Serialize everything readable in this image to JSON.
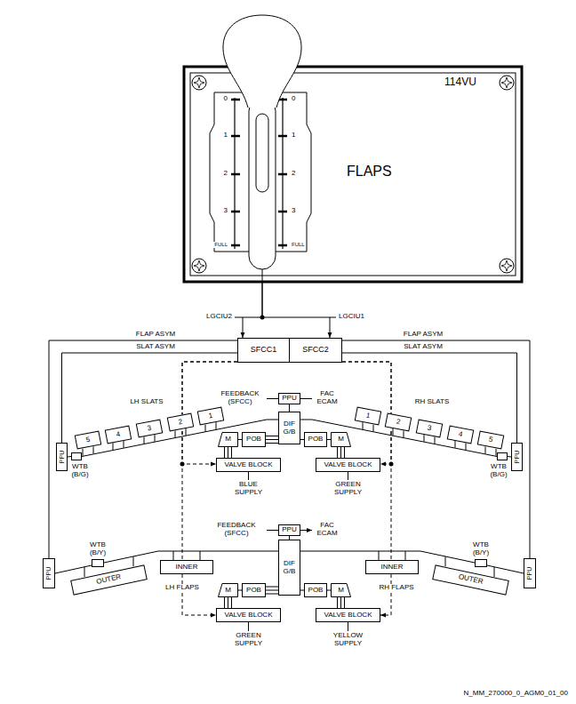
{
  "diagram": {
    "nodes": [
      {
        "text": [
          "114VU",
          "FLAPS"
        ]
      },
      {
        "text": [
          "SFCC1"
        ]
      },
      {
        "text": [
          "SFCC2"
        ]
      },
      {
        "text": [
          "PPU"
        ]
      },
      {
        "text": [
          "5"
        ]
      },
      {
        "text": [
          "4"
        ]
      },
      {
        "text": [
          "3"
        ]
      },
      {
        "text": [
          "2"
        ]
      },
      {
        "text": [
          "1"
        ]
      },
      {
        "text": [
          "1"
        ]
      },
      {
        "text": [
          "2"
        ]
      },
      {
        "text": [
          "3"
        ]
      },
      {
        "text": [
          "4"
        ]
      },
      {
        "text": [
          "5"
        ]
      },
      {
        "text": [
          "DIF G/B"
        ]
      },
      {
        "text": [
          "M"
        ]
      },
      {
        "text": [
          "POB"
        ]
      },
      {
        "text": [
          "POB"
        ]
      },
      {
        "text": [
          "M"
        ]
      },
      {
        "text": [
          "PPU"
        ]
      },
      {
        "text": [
          "WTB (B/G)"
        ]
      },
      {
        "text": [
          "WTB (B/G)"
        ]
      },
      {
        "text": [
          "PPU"
        ]
      },
      {
        "text": [
          "VALVE BLOCK"
        ]
      },
      {
        "text": [
          "VALVE BLOCK"
        ]
      },
      {
        "text": [
          "PPU"
        ]
      },
      {
        "text": [
          "DIF G/B"
        ]
      },
      {
        "text": [
          "WTB (B/Y)"
        ]
      },
      {
        "text": [
          "WTB (B/Y)"
        ]
      },
      {
        "text": [
          "PPU"
        ]
      },
      {
        "text": [
          "INNER"
        ]
      },
      {
        "text": [
          "INNER"
        ]
      },
      {
        "text": [
          "PPU"
        ]
      },
      {
        "text": [
          "OUTER"
        ]
      },
      {
        "text": [
          "OUTER"
        ]
      },
      {
        "text": [
          "M"
        ]
      },
      {
        "text": [
          "POB"
        ]
      },
      {
        "text": [
          "POB"
        ]
      },
      {
        "text": [
          "M"
        ]
      },
      {
        "text": [
          "VALVE BLOCK"
        ]
      },
      {
        "text": [
          "VALVE BLOCK"
        ]
      }
    ],
    "edges": [
      {
        "from": 0,
        "to": 1,
        "arrow": "to"
      },
      {
        "from": 0,
        "to": 2,
        "arrow": "to"
      },
      {
        "from": 19,
        "to": 1,
        "label": "SLAT ASYM",
        "arrow": "none"
      },
      {
        "from": 29,
        "to": 1,
        "label": "FLAP ASYM",
        "arrow": "none"
      },
      {
        "from": 22,
        "to": 2,
        "label": "SLAT ASYM",
        "arrow": "none"
      },
      {
        "from": 32,
        "to": 2,
        "label": "FLAP ASYM",
        "arrow": "none"
      },
      {
        "from": 1,
        "to": 23,
        "arrow": "to"
      },
      {
        "from": 1,
        "to": 39,
        "arrow": "to"
      },
      {
        "from": 2,
        "to": 24,
        "arrow": "to"
      },
      {
        "from": 2,
        "to": 40,
        "arrow": "to"
      },
      {
        "from": 3,
        "to": 14,
        "arrow": "none"
      },
      {
        "from": 15,
        "to": 16,
        "arrow": "none"
      },
      {
        "from": 16,
        "to": 14,
        "arrow": "none"
      },
      {
        "from": 18,
        "to": 17,
        "arrow": "none"
      },
      {
        "from": 17,
        "to": 14,
        "arrow": "none"
      },
      {
        "from": 23,
        "to": 15,
        "arrow": "none"
      },
      {
        "from": 24,
        "to": 18,
        "arrow": "none"
      },
      {
        "from": 14,
        "to": 20,
        "arrow": "none"
      },
      {
        "from": 20,
        "to": 19,
        "arrow": "none"
      },
      {
        "from": 14,
        "to": 21,
        "arrow": "none"
      },
      {
        "from": 21,
        "to": 22,
        "arrow": "none"
      },
      {
        "from": 25,
        "to": 26,
        "arrow": "none"
      },
      {
        "from": 35,
        "to": 36,
        "arrow": "none"
      },
      {
        "from": 36,
        "to": 26,
        "arrow": "none"
      },
      {
        "from": 38,
        "to": 37,
        "arrow": "none"
      },
      {
        "from": 37,
        "to": 26,
        "arrow": "none"
      },
      {
        "from": 39,
        "to": 35,
        "arrow": "none"
      },
      {
        "from": 40,
        "to": 38,
        "arrow": "none"
      },
      {
        "from": 26,
        "to": 27,
        "arrow": "none"
      },
      {
        "from": 27,
        "to": 29,
        "arrow": "none"
      },
      {
        "from": 26,
        "to": 28,
        "arrow": "none"
      },
      {
        "from": 28,
        "to": 32,
        "arrow": "none"
      }
    ],
    "labels": [
      "0",
      "1",
      "2",
      "3",
      "FULL",
      "0",
      "1",
      "2",
      "3",
      "FULL",
      "LGCIU2",
      "LGCIU1",
      "FEEDBACK (SFCC)",
      "FAC ECAM",
      "LH SLATS",
      "RH SLATS",
      "BLUE SUPPLY",
      "GREEN SUPPLY",
      "FEEDBACK (SFCC)",
      "FAC ECAM",
      "LH FLAPS",
      "RH FLAPS",
      "GREEN SUPPLY",
      "YELLOW SUPPLY",
      "N_MM_270000_0_AGM0_01_00"
    ]
  }
}
